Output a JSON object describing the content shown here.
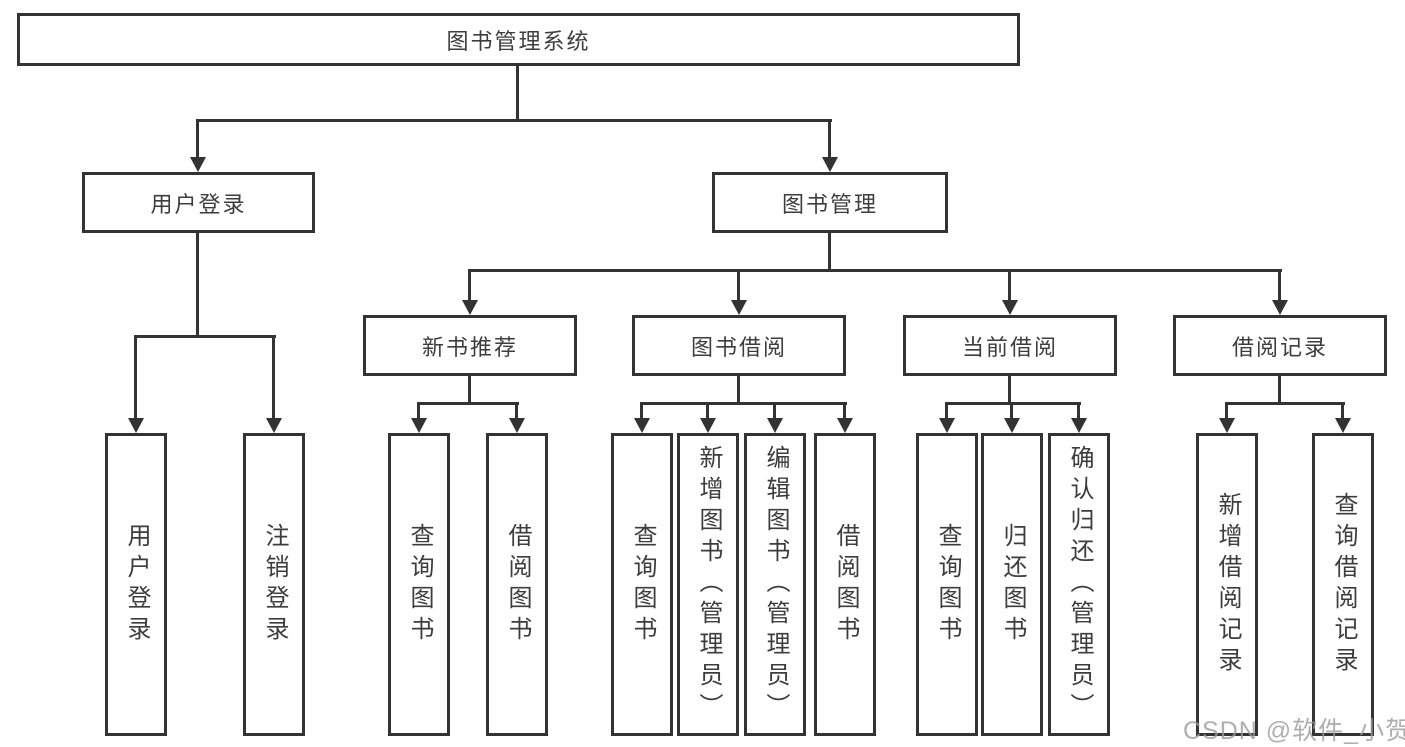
{
  "diagram": {
    "type": "hierarchy-tree",
    "colors": {
      "line": "#333333",
      "text": "#3d3d3d",
      "background": "#ffffff",
      "watermark": "#9b9b9b"
    },
    "watermark": {
      "text": "CSDN @软件_小贺同学"
    },
    "tree": {
      "root": {
        "label": "图书管理系统"
      },
      "level2": [
        {
          "label": "用户登录"
        },
        {
          "label": "图书管理"
        }
      ],
      "level3": [
        {
          "label": "新书推荐",
          "parent": "图书管理"
        },
        {
          "label": "图书借阅",
          "parent": "图书管理"
        },
        {
          "label": "当前借阅",
          "parent": "图书管理"
        },
        {
          "label": "借阅记录",
          "parent": "图书管理"
        }
      ],
      "leaves": [
        {
          "label": "用户登录",
          "parent": "用户登录"
        },
        {
          "label": "注销登录",
          "parent": "用户登录"
        },
        {
          "label": "查询图书",
          "parent": "新书推荐"
        },
        {
          "label": "借阅图书",
          "parent": "新书推荐"
        },
        {
          "label": "查询图书",
          "parent": "图书借阅"
        },
        {
          "label": "新增图书（管理员）",
          "parent": "图书借阅"
        },
        {
          "label": "编辑图书（管理员）",
          "parent": "图书借阅"
        },
        {
          "label": "借阅图书",
          "parent": "图书借阅"
        },
        {
          "label": "查询图书",
          "parent": "当前借阅"
        },
        {
          "label": "归还图书",
          "parent": "当前借阅"
        },
        {
          "label": "确认归还（管理员）",
          "parent": "当前借阅"
        },
        {
          "label": "新增借阅记录",
          "parent": "借阅记录"
        },
        {
          "label": "查询借阅记录",
          "parent": "借阅记录"
        }
      ]
    }
  }
}
